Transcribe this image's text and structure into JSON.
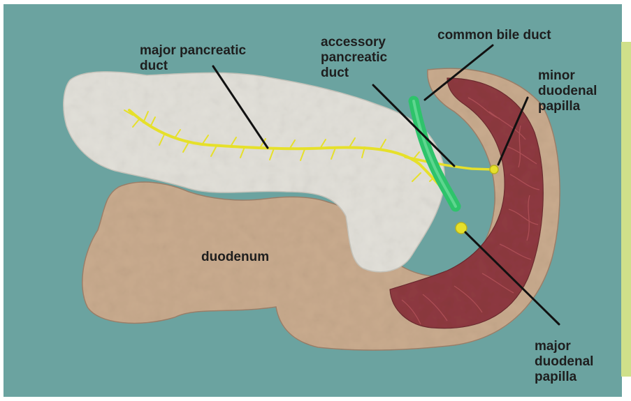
{
  "labels": {
    "major_pancreatic_duct": [
      "major pancreatic",
      "duct"
    ],
    "accessory_pancreatic_duct": [
      "accessory",
      "pancreatic",
      "duct"
    ],
    "common_bile_duct": [
      "common bile duct"
    ],
    "minor_duodenal_papilla": [
      "minor",
      "duodenal",
      "papilla"
    ],
    "duodenum": [
      "duodenum"
    ],
    "major_duodenal_papilla": [
      "major",
      "duodenal",
      "papilla"
    ]
  },
  "colors": {
    "background": "#6ba3a0",
    "pancreas": "#e2e0d9",
    "duodenum_wall": "#c9ab8e",
    "duodenum_lumen": "#8e3a40",
    "duct": "#e6e02a",
    "bile_duct": "#2ec36b",
    "leader": "#111111",
    "text": "#1e1e1e"
  }
}
